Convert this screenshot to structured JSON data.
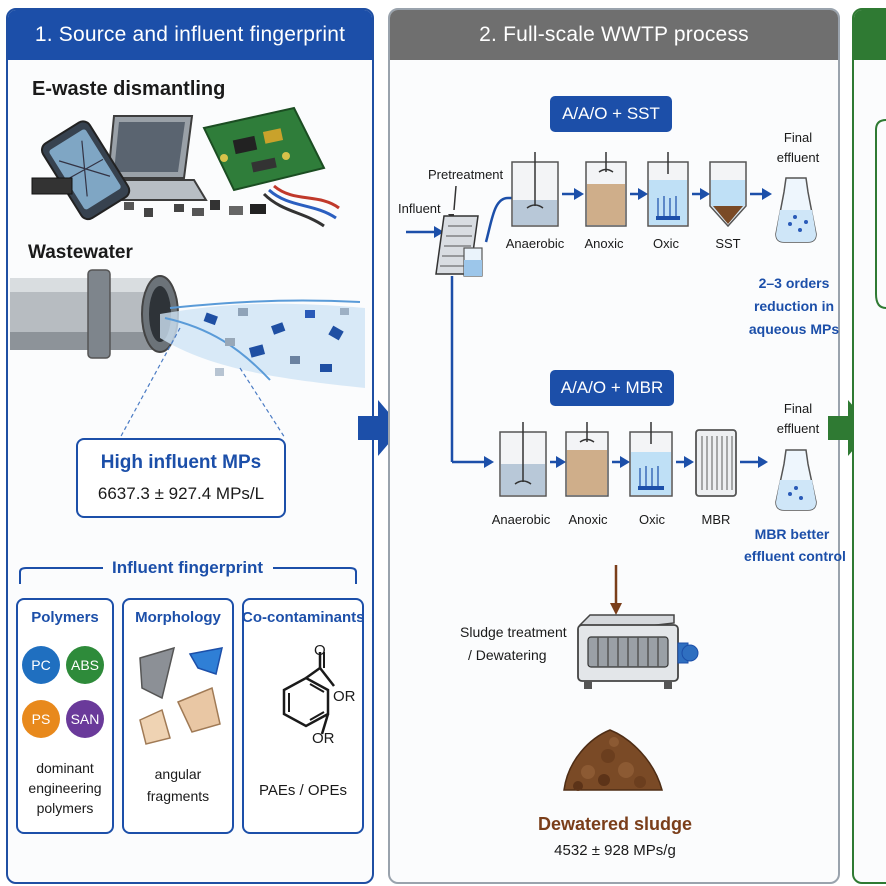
{
  "panels": {
    "p1_title": "1. Source and influent fingerprint",
    "p2_title": "2. Full-scale WWTP process"
  },
  "source": {
    "ewaste_label": "E-waste dismantling",
    "wastewater_label": "Wastewater",
    "high_title": "High influent MPs",
    "high_value": "6637.3 ± 927.4 MPs/L",
    "fingerprint_label": "Influent fingerprint",
    "polymers_title": "Polymers",
    "polymers": [
      "PC",
      "ABS",
      "PS",
      "SAN"
    ],
    "polymers_caption_1": "dominant",
    "polymers_caption_2": "engineering",
    "polymers_caption_3": "polymers",
    "morphology_title": "Morphology",
    "morphology_caption_1": "angular",
    "morphology_caption_2": "fragments",
    "cocontam_title": "Co-contaminants",
    "cocontam_caption": "PAEs / OPEs",
    "chem_o": "O",
    "chem_or1": "OR",
    "chem_or2": "OR"
  },
  "process": {
    "aao_sst": "A/A/O + SST",
    "aao_mbr": "A/A/O + MBR",
    "influent": "Influent",
    "pretreatment": "Pretreatment",
    "top_units": [
      "Anaerobic",
      "Anoxic",
      "Oxic",
      "SST"
    ],
    "bottom_units": [
      "Anaerobic",
      "Anoxic",
      "Oxic",
      "MBR"
    ],
    "final_1": "Final",
    "final_2": "effluent",
    "reduction_1": "2–3 orders",
    "reduction_2": "reduction in",
    "reduction_3": "aqueous MPs",
    "mbr_note_1": "MBR better",
    "mbr_note_2": "effluent control",
    "sludge_1": "Sludge treatment",
    "sludge_2": "/ Dewatering",
    "dewatered_title": "Dewatered sludge",
    "dewatered_value": "4532 ± 928 MPs/g"
  },
  "colors": {
    "blue": "#1c4fa9",
    "grey_header": "#6f6f6f",
    "green_header": "#2f7a33",
    "pc": "#1f6fc0",
    "abs": "#2e8b3a",
    "ps": "#e8891c",
    "san": "#6a3a9a"
  }
}
